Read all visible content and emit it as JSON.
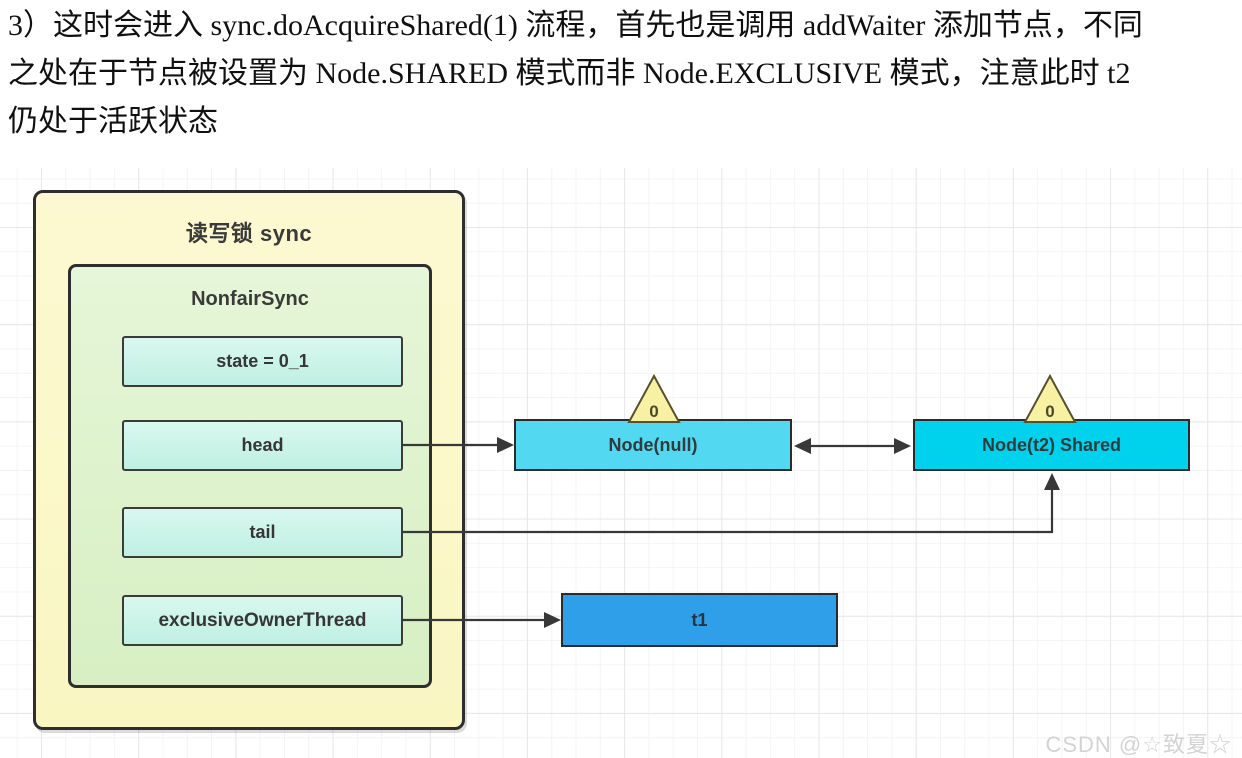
{
  "paragraph": {
    "lines": [
      "3）这时会进入 sync.doAcquireShared(1) 流程，首先也是调用 addWaiter 添加节点，不同",
      "之处在于节点被设置为 Node.SHARED 模式而非 Node.EXCLUSIVE 模式，注意此时 t2",
      "仍处于活跃状态"
    ]
  },
  "diagram": {
    "outer_box": {
      "title": "读写锁 sync",
      "fill": "#fbf8c9"
    },
    "inner_box": {
      "title": "NonfairSync",
      "fill": "#def2cc"
    },
    "fields": [
      {
        "label": "state = 0_1"
      },
      {
        "label": "head"
      },
      {
        "label": "tail"
      },
      {
        "label": "exclusiveOwnerThread"
      }
    ],
    "nodes": [
      {
        "label": "Node(null)",
        "wait_status": "0",
        "fill": "#53d8f1"
      },
      {
        "label": "Node(t2) Shared",
        "wait_status": "0",
        "fill": "#00d1ed"
      },
      {
        "label": "t1",
        "fill": "#2f9fe9"
      }
    ],
    "colors": {
      "triangle_fill": "#f8f0a2",
      "box_border": "#2e2e2e",
      "connector": "#383838",
      "field_fill": "#cdf4e8"
    }
  },
  "watermark": {
    "text": "CSDN @☆致夏☆"
  }
}
